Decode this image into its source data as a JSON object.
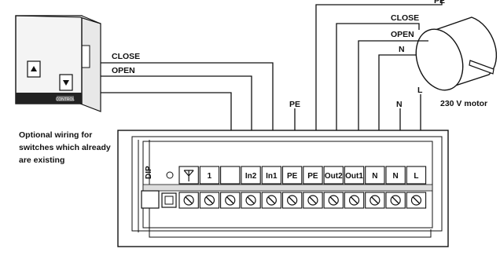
{
  "wire_labels": {
    "pe_top": "PE",
    "close_motor": "CLOSE",
    "open_motor": "OPEN",
    "n_motor": "N",
    "close_switch": "CLOSE",
    "open_switch": "OPEN",
    "pe_terminal": "PE",
    "n_terminal": "N",
    "l_terminal": "L"
  },
  "motor_label": "230 V motor",
  "note_lines": [
    "Optional wiring for",
    "switches which already",
    "are existing"
  ],
  "dip_label": "DIP",
  "terminals": [
    {
      "label": "",
      "icon": "antenna-icon"
    },
    {
      "label": "1"
    },
    {
      "label": ""
    },
    {
      "label": "In2"
    },
    {
      "label": "In1"
    },
    {
      "label": "PE"
    },
    {
      "label": "PE"
    },
    {
      "label": "Out2"
    },
    {
      "label": "Out1"
    },
    {
      "label": "N"
    },
    {
      "label": "N"
    },
    {
      "label": "L"
    }
  ],
  "switch_brand": "CONTROL"
}
